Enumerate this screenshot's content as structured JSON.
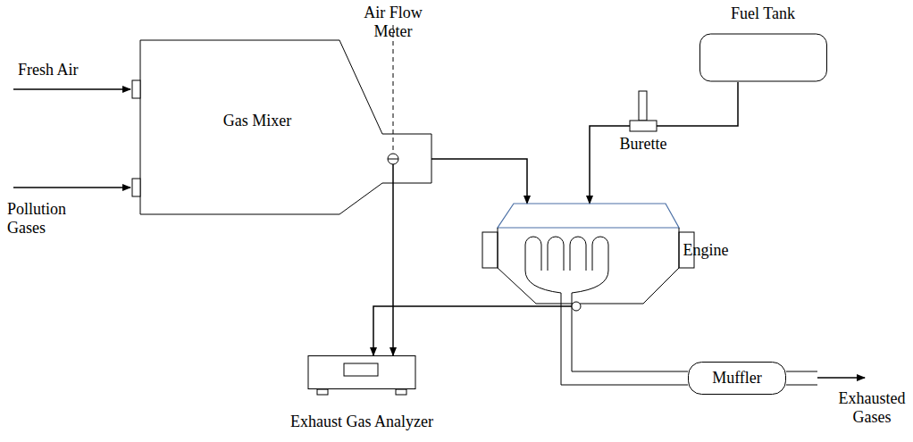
{
  "diagram": {
    "nodes": [
      {
        "text": [
          "Gas Mixer"
        ]
      },
      {
        "text": [
          "Fuel Tank"
        ]
      },
      {
        "text": [
          "Burette"
        ]
      },
      {
        "text": [
          "Engine"
        ]
      },
      {
        "text": [
          "Muffler"
        ]
      },
      {
        "text": [
          "Exhaust Gas Analyzer"
        ]
      }
    ],
    "edges": [
      {
        "from": 0,
        "to": 3,
        "arrow": "to"
      },
      {
        "from": 1,
        "to": 2,
        "arrow": "none"
      },
      {
        "from": 2,
        "to": 3,
        "arrow": "to"
      },
      {
        "from": 0,
        "to": 5,
        "arrow": "to"
      },
      {
        "from": 3,
        "to": 5,
        "arrow": "to"
      },
      {
        "from": 3,
        "to": 4,
        "arrow": "none"
      }
    ],
    "labels": [
      "Air Flow Meter",
      "Fresh Air",
      "Pollution Gases",
      "Exhausted Gases"
    ]
  }
}
